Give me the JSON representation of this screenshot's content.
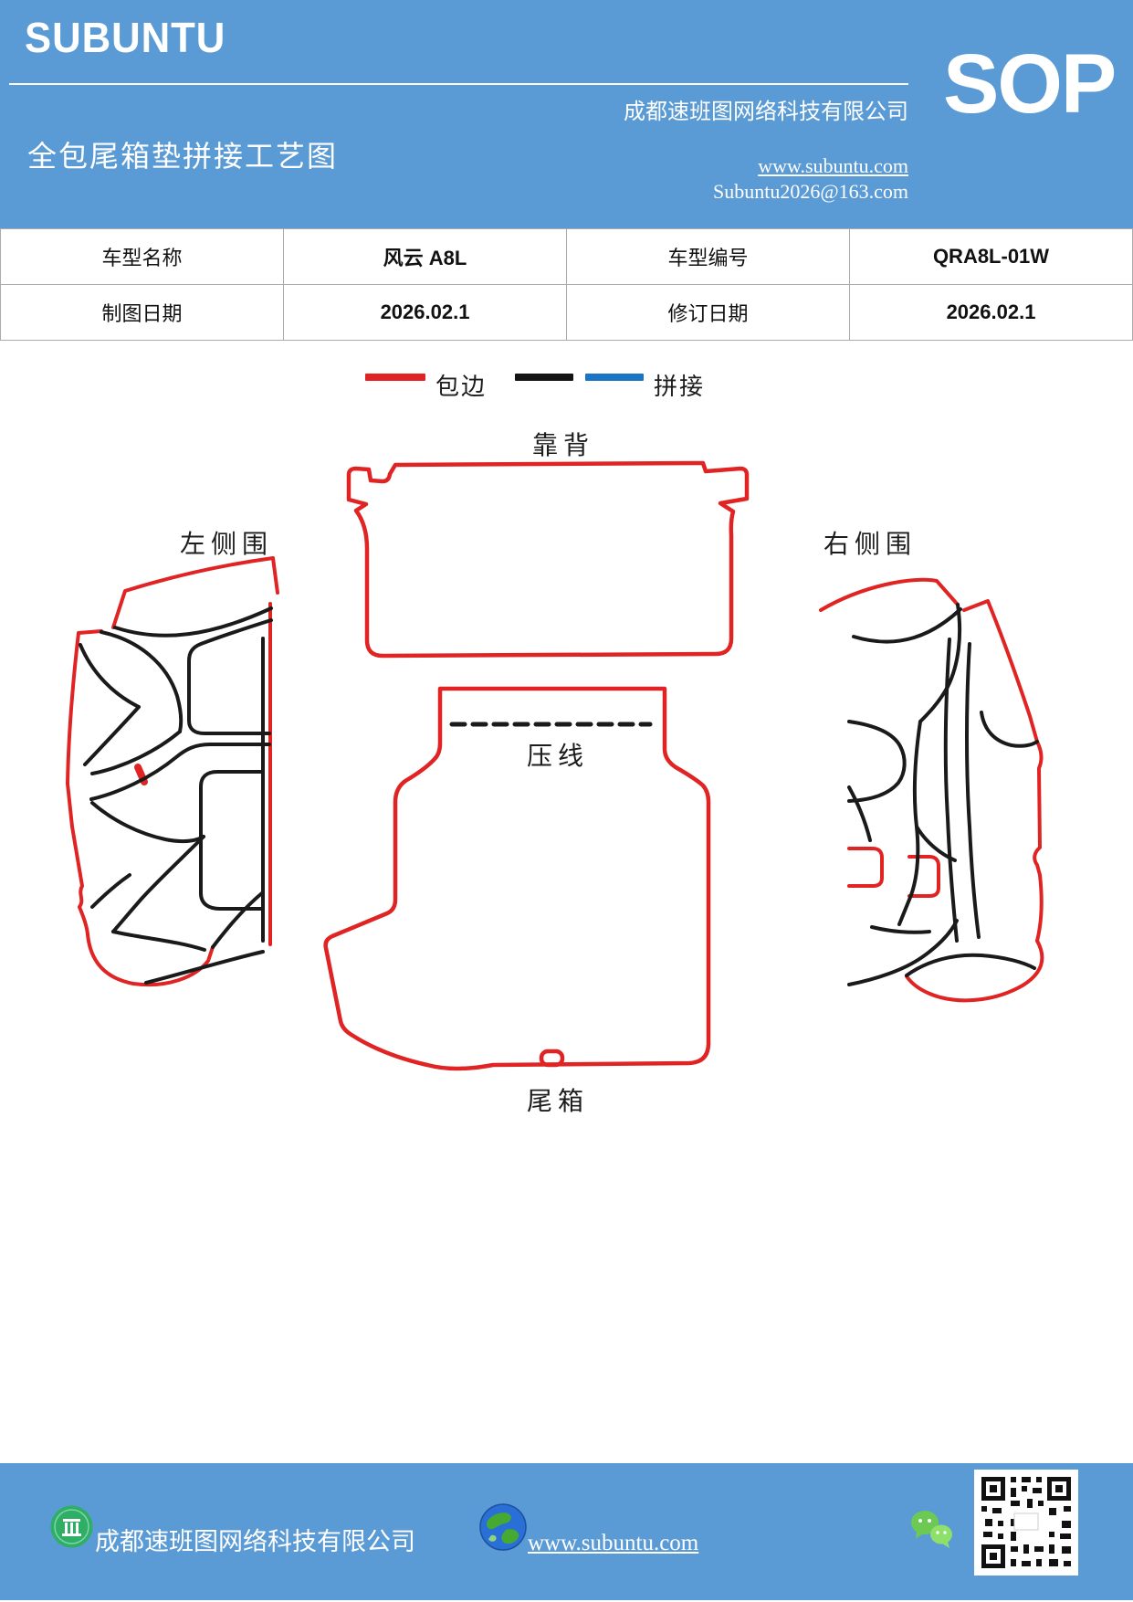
{
  "header": {
    "logo": "SUBUNTU",
    "company": "成都速班图网络科技有限公司",
    "title": "全包尾箱垫拼接工艺图",
    "website": "www.subuntu.com",
    "email": "Subuntu2026@163.com",
    "sop_label": "SOP",
    "background_color": "#5b9bd5"
  },
  "info_table": {
    "rows": [
      [
        "车型名称",
        "风云 A8L",
        "车型编号",
        "QRA8L-01W"
      ],
      [
        "制图日期",
        "2026.02.1",
        "修订日期",
        "2026.02.1"
      ]
    ]
  },
  "legend": {
    "edge_label": "包边",
    "splice_label": "拼接",
    "edge_color": "#e02424",
    "splice_stitch_color": "#141414",
    "splice_color": "#1b75c5"
  },
  "diagram": {
    "labels": {
      "backrest": "靠背",
      "press_line": "压线",
      "trunk": "尾箱",
      "left_side": "左侧围",
      "right_side": "右侧围"
    },
    "colors": {
      "edge_red": "#e02424",
      "stitch_black": "#1a1a1a"
    }
  },
  "footer": {
    "company": "成都速班图网络科技有限公司",
    "website": "www.subuntu.com",
    "icons": [
      "building-icon",
      "globe-icon",
      "wechat-icon",
      "qr-code-image"
    ],
    "background_color": "#5b9bd5"
  }
}
